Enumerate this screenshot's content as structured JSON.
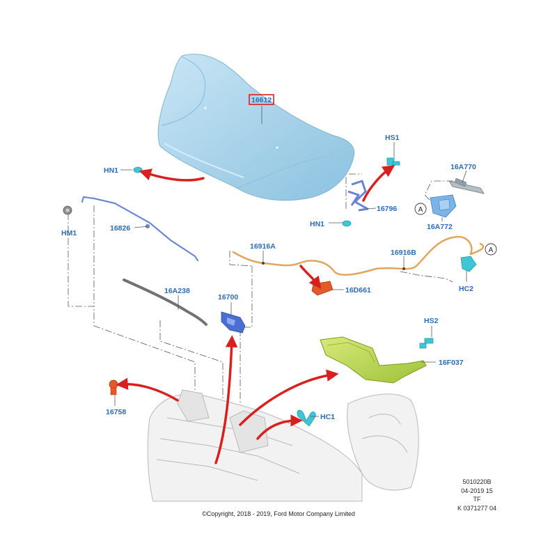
{
  "labels": {
    "hood": "16612",
    "hs1": "HS1",
    "hn1_top": "HN1",
    "hn1_mid": "HN1",
    "hm1": "HM1",
    "p16826": "16826",
    "p16796": "16796",
    "p16a770": "16A770",
    "p16a772": "16A772",
    "ref_a1": "A",
    "ref_a2": "A",
    "p16916a": "16916A",
    "p16916b": "16916B",
    "p16d661": "16D661",
    "hc2": "HC2",
    "p16a238": "16A238",
    "p16700": "16700",
    "hs2": "HS2",
    "p16f037": "16F037",
    "hc1": "HC1",
    "p16758": "16758"
  },
  "metadata": {
    "line1": "5010220B",
    "line2": "04-2019 15",
    "line3": "TF",
    "line4": "K 0371277 04"
  },
  "copyright": "©Copyright, 2018 - 2019, Ford Motor Company Limited",
  "colors": {
    "label_blue": "#2d6bb5",
    "hood_blue": "#a9d3ea",
    "part_cyan": "#3fc6d6",
    "arrow_red": "#d8201e",
    "highlight_box": "#d8201e",
    "green_part": "#b7d64a",
    "cable_orange": "#e0a65e"
  }
}
